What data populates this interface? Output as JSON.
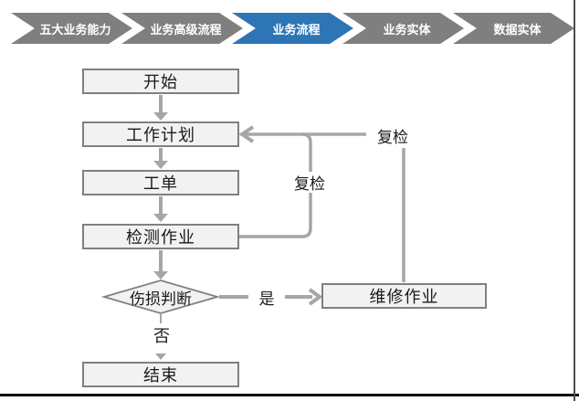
{
  "breadcrumb": {
    "items": [
      {
        "label": "五大业务能力",
        "active": false
      },
      {
        "label": "业务高级流程",
        "active": false
      },
      {
        "label": "业务流程",
        "active": true
      },
      {
        "label": "业务实体",
        "active": false
      },
      {
        "label": "数据实体",
        "active": false
      }
    ],
    "colors": {
      "inactive": "#7F7F7F",
      "active": "#2E75B6",
      "text": "#FFFFFF"
    }
  },
  "flowchart": {
    "nodes": {
      "start": {
        "label": "开始",
        "type": "process"
      },
      "plan": {
        "label": "工作计划",
        "type": "process"
      },
      "order": {
        "label": "工单",
        "type": "process"
      },
      "inspect": {
        "label": "检测作业",
        "type": "process"
      },
      "decision": {
        "label": "伤损判断",
        "type": "decision"
      },
      "repair": {
        "label": "维修作业",
        "type": "process"
      },
      "end": {
        "label": "结束",
        "type": "process"
      }
    },
    "edge_labels": {
      "yes": "是",
      "no": "否",
      "recheck_inner": "复检",
      "recheck_outer": "复检"
    },
    "edges": [
      {
        "from": "start",
        "to": "plan"
      },
      {
        "from": "plan",
        "to": "order"
      },
      {
        "from": "order",
        "to": "inspect"
      },
      {
        "from": "inspect",
        "to": "decision"
      },
      {
        "from": "decision",
        "to": "repair",
        "label": "是"
      },
      {
        "from": "decision",
        "to": "end",
        "label": "否"
      },
      {
        "from": "inspect",
        "to": "plan",
        "label": "复检"
      },
      {
        "from": "repair",
        "to": "plan",
        "label": "复检"
      }
    ],
    "colors": {
      "node_fill": "#F2F2F2",
      "node_border": "#808080",
      "connector": "#A6A6A6",
      "text": "#1A1A1A"
    }
  }
}
